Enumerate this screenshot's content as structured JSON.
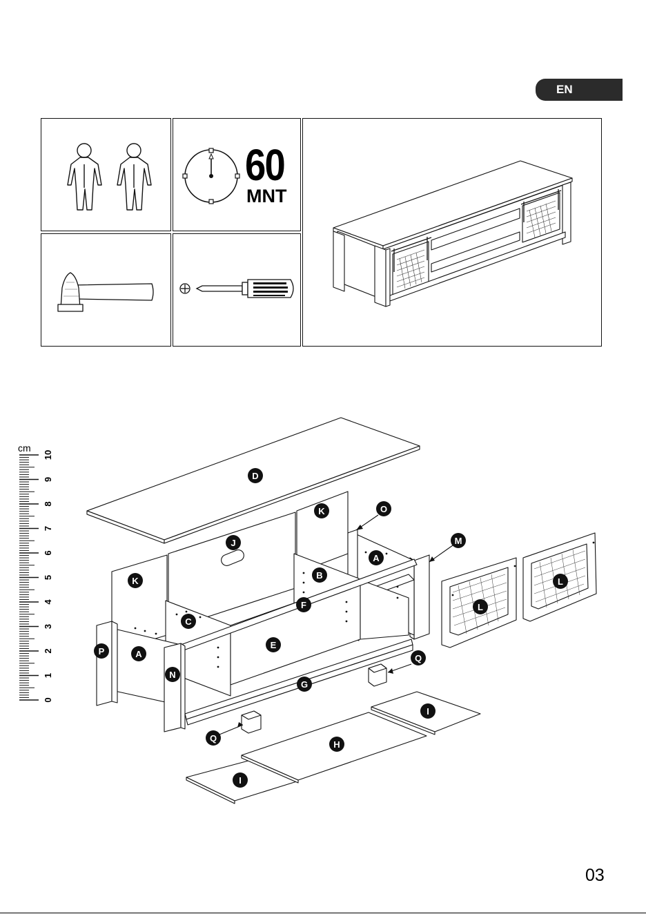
{
  "language_badge": "EN",
  "assembly_time": {
    "value": "60",
    "unit": "MNT"
  },
  "ruler": {
    "unit": "cm",
    "ticks": [
      "0",
      "1",
      "2",
      "3",
      "4",
      "5",
      "6",
      "7",
      "8",
      "9",
      "10"
    ]
  },
  "part_labels": {
    "D": "D",
    "K1": "K",
    "K2": "K",
    "J": "J",
    "O": "O",
    "A1": "A",
    "A2": "A",
    "B": "B",
    "M": "M",
    "C": "C",
    "F": "F",
    "E": "E",
    "P": "P",
    "N": "N",
    "G": "G",
    "L1": "L",
    "L2": "L",
    "Q1": "Q",
    "Q2": "Q",
    "I1": "I",
    "I2": "I",
    "H": "H"
  },
  "page_number": "03"
}
